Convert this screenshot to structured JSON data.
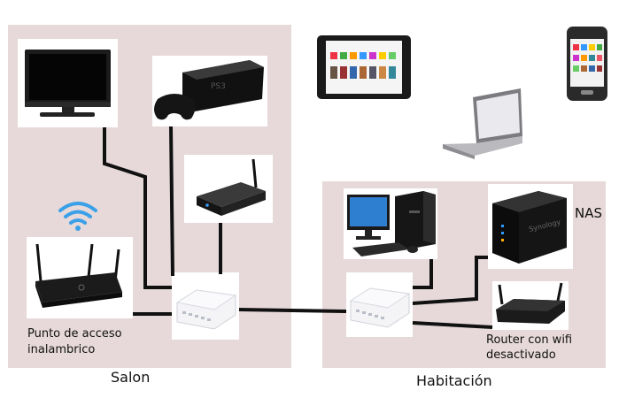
{
  "rooms": {
    "salon": {
      "label": "Salon"
    },
    "habitacion": {
      "label": "Habitación"
    }
  },
  "labels": {
    "nas": "NAS",
    "access_point": [
      "Punto de acceso",
      "inalambrico"
    ],
    "router": [
      "Router con wifi",
      "desactivado"
    ]
  },
  "colors": {
    "room_fill": "#e7d9d9",
    "cable": "#111111",
    "wifi": "#3aa0e8"
  },
  "icons": [
    "tv-icon",
    "ps3-console-icon",
    "media-player-icon",
    "wifi-access-point-icon",
    "wifi-signal-icon",
    "network-switch-icon",
    "desktop-pc-icon",
    "nas-icon",
    "router-icon",
    "tablet-icon",
    "laptop-icon",
    "smartphone-icon"
  ]
}
